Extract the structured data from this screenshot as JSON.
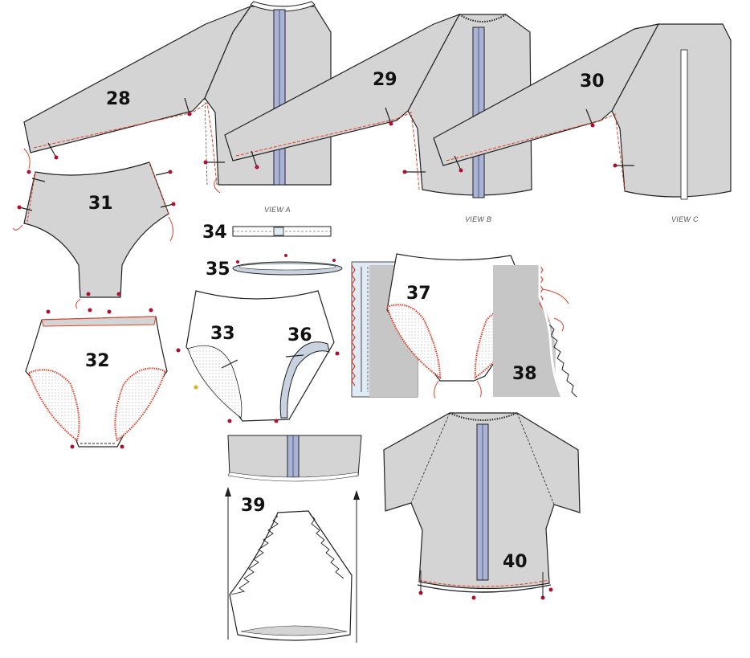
{
  "colors": {
    "fabric": "#d4d4d4",
    "lining": "#ffffff",
    "outline": "#222222",
    "zipper": "#a9b3d8",
    "stitch_red": "#e0402a",
    "panel_blue": "#dfeaf4"
  },
  "steps": [
    {
      "num": "28",
      "view": "VIEW A"
    },
    {
      "num": "29",
      "view": "VIEW B"
    },
    {
      "num": "30",
      "view": "VIEW C"
    },
    {
      "num": "31"
    },
    {
      "num": "32"
    },
    {
      "num": "33"
    },
    {
      "num": "34"
    },
    {
      "num": "35"
    },
    {
      "num": "36"
    },
    {
      "num": "37"
    },
    {
      "num": "38"
    },
    {
      "num": "39"
    },
    {
      "num": "40"
    }
  ]
}
